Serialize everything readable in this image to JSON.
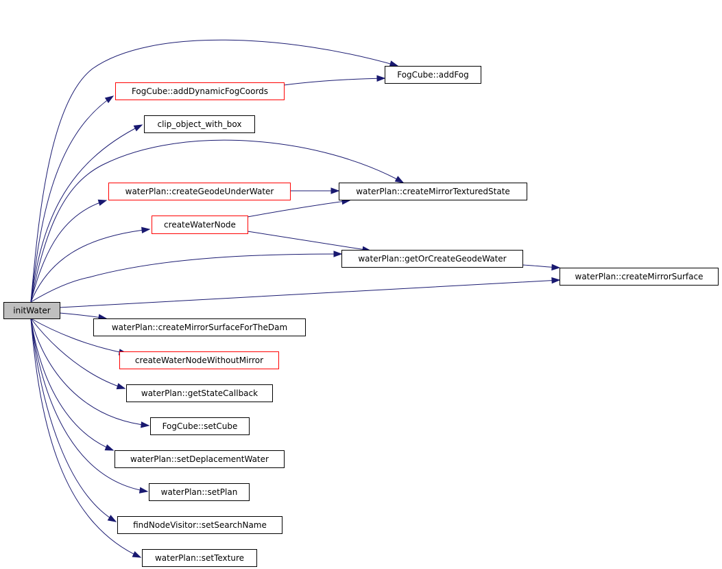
{
  "colors": {
    "edge": "#191970",
    "root_fill": "#bfbfbf",
    "node_border": "#000000",
    "truncated_border": "#ff0000",
    "node_fill": "#ffffff"
  },
  "nodes": [
    {
      "id": "initWater",
      "label": "initWater",
      "style": "root"
    },
    {
      "id": "addFog",
      "label": "FogCube::addFog",
      "style": "normal"
    },
    {
      "id": "addDynamicFogCoords",
      "label": "FogCube::addDynamicFogCoords",
      "style": "truncated"
    },
    {
      "id": "clip",
      "label": "clip_object_with_box",
      "style": "normal"
    },
    {
      "id": "createMirrorTexturedState",
      "label": "waterPlan::createMirrorTexturedState",
      "style": "normal"
    },
    {
      "id": "createGeodeUnderWater",
      "label": "waterPlan::createGeodeUnderWater",
      "style": "truncated"
    },
    {
      "id": "createWaterNode",
      "label": "createWaterNode",
      "style": "truncated"
    },
    {
      "id": "getOrCreateGeodeWater",
      "label": "waterPlan::getOrCreateGeodeWater",
      "style": "normal"
    },
    {
      "id": "createMirrorSurface",
      "label": "waterPlan::createMirrorSurface",
      "style": "normal"
    },
    {
      "id": "createMirrorSurfaceForTheDam",
      "label": "waterPlan::createMirrorSurfaceForTheDam",
      "style": "normal"
    },
    {
      "id": "createWaterNodeWithoutMirror",
      "label": "createWaterNodeWithoutMirror",
      "style": "truncated"
    },
    {
      "id": "getStateCallback",
      "label": "waterPlan::getStateCallback",
      "style": "normal"
    },
    {
      "id": "setCube",
      "label": "FogCube::setCube",
      "style": "normal"
    },
    {
      "id": "setDeplacementWater",
      "label": "waterPlan::setDeplacementWater",
      "style": "normal"
    },
    {
      "id": "setPlan",
      "label": "waterPlan::setPlan",
      "style": "normal"
    },
    {
      "id": "setSearchName",
      "label": "findNodeVisitor::setSearchName",
      "style": "normal"
    },
    {
      "id": "setTexture",
      "label": "waterPlan::setTexture",
      "style": "normal"
    }
  ],
  "edges": [
    {
      "from": "initWater",
      "to": "addFog"
    },
    {
      "from": "initWater",
      "to": "addDynamicFogCoords"
    },
    {
      "from": "addDynamicFogCoords",
      "to": "addFog"
    },
    {
      "from": "initWater",
      "to": "clip"
    },
    {
      "from": "initWater",
      "to": "createMirrorTexturedState"
    },
    {
      "from": "initWater",
      "to": "createGeodeUnderWater"
    },
    {
      "from": "createGeodeUnderWater",
      "to": "createMirrorTexturedState"
    },
    {
      "from": "initWater",
      "to": "createWaterNode"
    },
    {
      "from": "createWaterNode",
      "to": "createMirrorTexturedState"
    },
    {
      "from": "createWaterNode",
      "to": "getOrCreateGeodeWater"
    },
    {
      "from": "initWater",
      "to": "getOrCreateGeodeWater"
    },
    {
      "from": "getOrCreateGeodeWater",
      "to": "createMirrorSurface"
    },
    {
      "from": "initWater",
      "to": "createMirrorSurface"
    },
    {
      "from": "initWater",
      "to": "createMirrorSurfaceForTheDam"
    },
    {
      "from": "initWater",
      "to": "createWaterNodeWithoutMirror"
    },
    {
      "from": "initWater",
      "to": "getStateCallback"
    },
    {
      "from": "initWater",
      "to": "setCube"
    },
    {
      "from": "initWater",
      "to": "setDeplacementWater"
    },
    {
      "from": "initWater",
      "to": "setPlan"
    },
    {
      "from": "initWater",
      "to": "setSearchName"
    },
    {
      "from": "initWater",
      "to": "setTexture"
    }
  ]
}
